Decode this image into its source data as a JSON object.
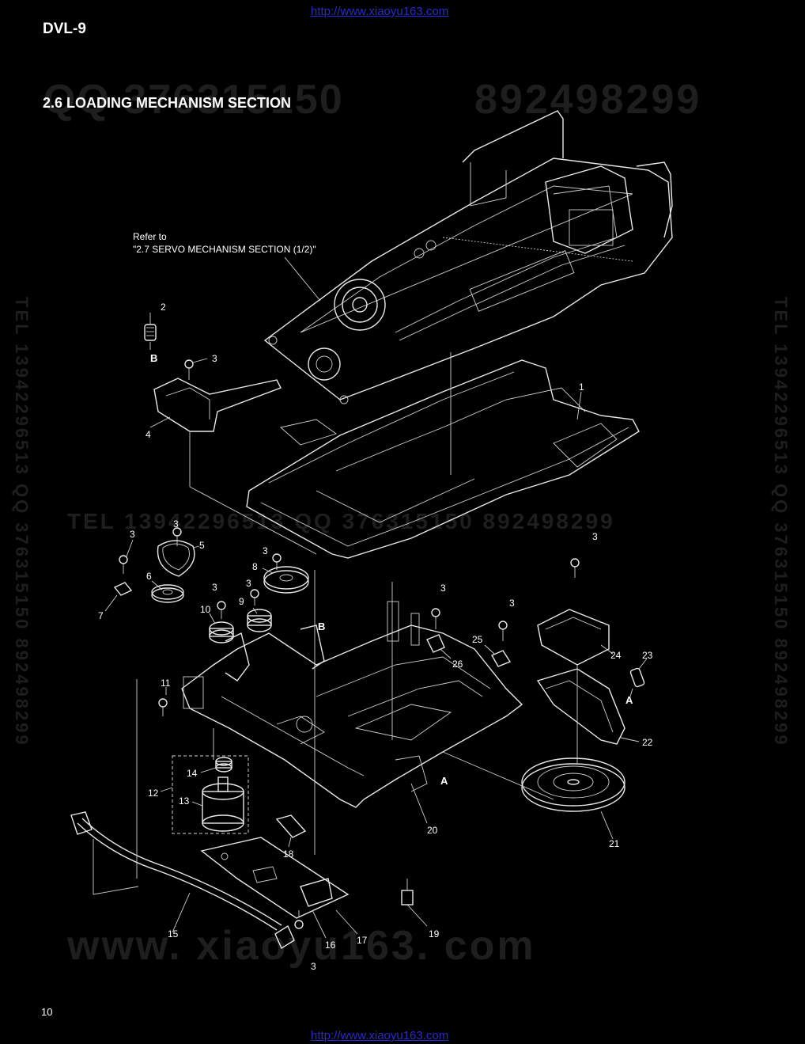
{
  "header": {
    "model": "DVL-9",
    "section_title": "2.6 LOADING MECHANISM SECTION",
    "url_top": "http://www.xiaoyu163.com",
    "url_bottom": "http://www.xiaoyu163.com"
  },
  "watermarks": {
    "qq_top_a": "QQ 376315150",
    "qq_top_b": "892498299",
    "middle": "TEL 13942296513   QQ 376315150   892498299",
    "bottom": "www. xiaoyu163. com",
    "vertical_left": "TEL 13942296513 QQ 376315150 892498299",
    "vertical_right": "TEL 13942296513 QQ 376315150 892498299"
  },
  "refer_note": {
    "line1": "Refer to",
    "line2": "\"2.7 SERVO MECHANISM SECTION (1/2)\""
  },
  "labels": {
    "p1": "1",
    "p2": "2",
    "p3": "3",
    "p4": "4",
    "p5": "5",
    "p6": "6",
    "p7": "7",
    "p8": "8",
    "p9": "9",
    "p10": "10",
    "p11": "11",
    "p12": "12",
    "p13": "13",
    "p14": "14",
    "p15": "15",
    "p16": "16",
    "p17": "17",
    "p18": "18",
    "p19": "19",
    "p20": "20",
    "p21": "21",
    "p22": "22",
    "p23": "23",
    "p24": "24",
    "p25": "25",
    "p26": "26",
    "ref_a": "A",
    "ref_b": "B"
  },
  "footer": {
    "page_number": "10"
  }
}
